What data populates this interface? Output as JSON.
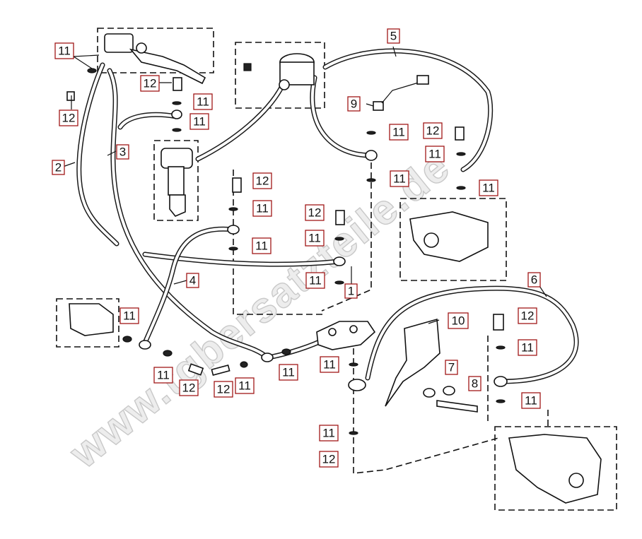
{
  "watermark": "www.tgbersatzteile.de",
  "callouts": [
    {
      "id": "c-11-a",
      "text": "11"
    },
    {
      "id": "c-12-a",
      "text": "12"
    },
    {
      "id": "c-12-b",
      "text": "12"
    },
    {
      "id": "c-11-b",
      "text": "11"
    },
    {
      "id": "c-11-c",
      "text": "11"
    },
    {
      "id": "c-2",
      "text": "2"
    },
    {
      "id": "c-3",
      "text": "3"
    },
    {
      "id": "c-5",
      "text": "5"
    },
    {
      "id": "c-9",
      "text": "9"
    },
    {
      "id": "c-11-d",
      "text": "11"
    },
    {
      "id": "c-12-c",
      "text": "12"
    },
    {
      "id": "c-11-e",
      "text": "11"
    },
    {
      "id": "c-11-f",
      "text": "11"
    },
    {
      "id": "c-11-g",
      "text": "11"
    },
    {
      "id": "c-12-d",
      "text": "12"
    },
    {
      "id": "c-11-h",
      "text": "11"
    },
    {
      "id": "c-12-e",
      "text": "12"
    },
    {
      "id": "c-11-i",
      "text": "11"
    },
    {
      "id": "c-11-j",
      "text": "11"
    },
    {
      "id": "c-4",
      "text": "4"
    },
    {
      "id": "c-11-k",
      "text": "11"
    },
    {
      "id": "c-1",
      "text": "1"
    },
    {
      "id": "c-11-l",
      "text": "11"
    },
    {
      "id": "c-10",
      "text": "10"
    },
    {
      "id": "c-6",
      "text": "6"
    },
    {
      "id": "c-12-f",
      "text": "12"
    },
    {
      "id": "c-11-m",
      "text": "11"
    },
    {
      "id": "c-11-n",
      "text": "11"
    },
    {
      "id": "c-12-g",
      "text": "12"
    },
    {
      "id": "c-12-h",
      "text": "12"
    },
    {
      "id": "c-11-o",
      "text": "11"
    },
    {
      "id": "c-11-p",
      "text": "11"
    },
    {
      "id": "c-11-q",
      "text": "11"
    },
    {
      "id": "c-7",
      "text": "7"
    },
    {
      "id": "c-8",
      "text": "8"
    },
    {
      "id": "c-11-r",
      "text": "11"
    },
    {
      "id": "c-11-s",
      "text": "11"
    },
    {
      "id": "c-12-i",
      "text": "12"
    }
  ]
}
